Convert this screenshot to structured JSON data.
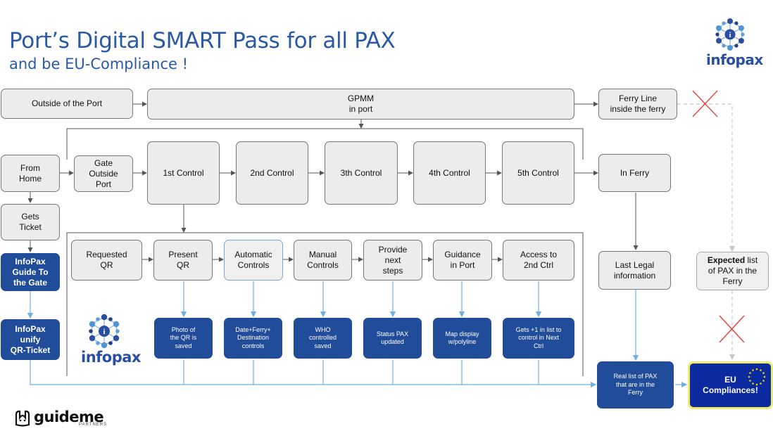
{
  "title": "Port’s Digital SMART Pass for all PAX",
  "subtitle": "and be EU-Compliance !",
  "top_row": {
    "outside_port": "Outside of the Port",
    "gpmm": "GPMM\nin port",
    "ferry_line": "Ferry Line\ninside the ferry"
  },
  "left_column": {
    "from_home": "From\nHome",
    "gets_ticket": "Gets\nTicket",
    "guide_gate": "InfoPax\nGuide To\nthe Gate",
    "unify_qr": "InfoPax\nunify\nQR-Ticket"
  },
  "controls": {
    "gate_outside": "Gate\nOutside\nPort",
    "c1": "1st Control",
    "c2": "2nd Control",
    "c3": "3th Control",
    "c4": "4th Control",
    "c5": "5th Control",
    "in_ferry": "In Ferry"
  },
  "steps": [
    {
      "label": "Requested\nQR",
      "detail": ""
    },
    {
      "label": "Present\nQR",
      "detail": "Photo of\nthe QR is\nsaved"
    },
    {
      "label": "Automatic\nControls",
      "detail": "Date+Ferry+\nDestination\ncontrols"
    },
    {
      "label": "Manual\nControls",
      "detail": "WHO\ncontrolled\nsaved"
    },
    {
      "label": "Provide\nnext\nsteps",
      "detail": "Status PAX\nupdated"
    },
    {
      "label": "Guidance\nin Port",
      "detail": "Map display\nw/polyline"
    },
    {
      "label": "Access to\n2nd Ctrl",
      "detail": "Gets +1 in list to\ncontrol in Next\nCtrl"
    }
  ],
  "right_column": {
    "last_legal": "Last Legal\ninformation",
    "real_list": "Real list of PAX\nthat are in the\nFerry",
    "expected_bold": "Expected",
    "expected_rest": " list\nof PAX in the\nFerry",
    "eu": "EU\nCompliances!"
  },
  "logos": {
    "infopax": "infopax",
    "guideme": "guideme",
    "partners": "PARTNERS"
  },
  "colors": {
    "title": "#2a5aa4",
    "dark_box": "#214c99",
    "light_arrow": "#6fb0e0",
    "eu_blue": "#0b2aa0",
    "eu_border": "#f0e86a",
    "cross": "#e53935"
  }
}
